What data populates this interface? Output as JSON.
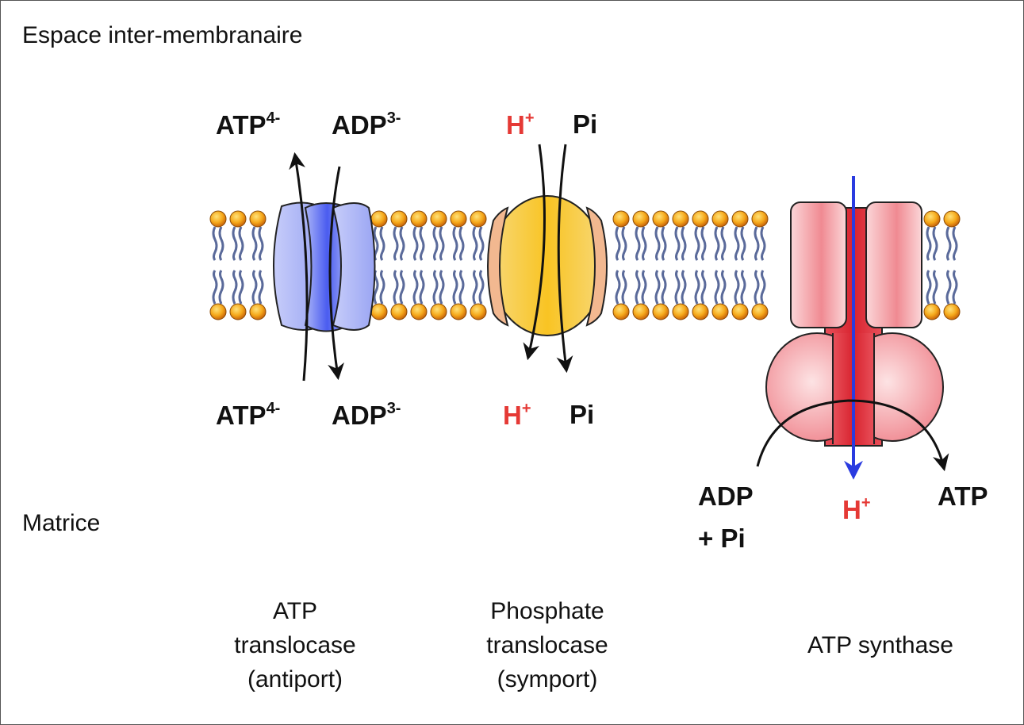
{
  "regions": {
    "top": "Espace inter-membranaire",
    "bottom": "Matrice"
  },
  "antiport": {
    "top_left": {
      "name": "ATP",
      "charge": "4-"
    },
    "top_right": {
      "name": "ADP",
      "charge": "3-"
    },
    "bottom_left": {
      "name": "ATP",
      "charge": "4-"
    },
    "bottom_right": {
      "name": "ADP",
      "charge": "3-"
    },
    "caption": [
      "ATP",
      "translocase",
      "(antiport)"
    ]
  },
  "symport": {
    "top_proton": {
      "name": "H",
      "charge": "+"
    },
    "top_phosphate": "Pi",
    "bottom_proton": {
      "name": "H",
      "charge": "+"
    },
    "bottom_phosphate": "Pi",
    "caption": [
      "Phosphate",
      "translocase",
      "(symport)"
    ]
  },
  "synthase": {
    "substrate_line1": "ADP",
    "substrate_line2": "+ Pi",
    "proton": {
      "name": "H",
      "charge": "+"
    },
    "product": "ATP",
    "caption": "ATP synthase"
  },
  "colors": {
    "proton_text": "#e53935",
    "antiport_protein": "#5c6ef0",
    "symport_protein": "#f7c948",
    "synthase_protein": "#e64a55",
    "proton_arrow": "#2a3be0",
    "lipid_head": "#f2a516"
  }
}
